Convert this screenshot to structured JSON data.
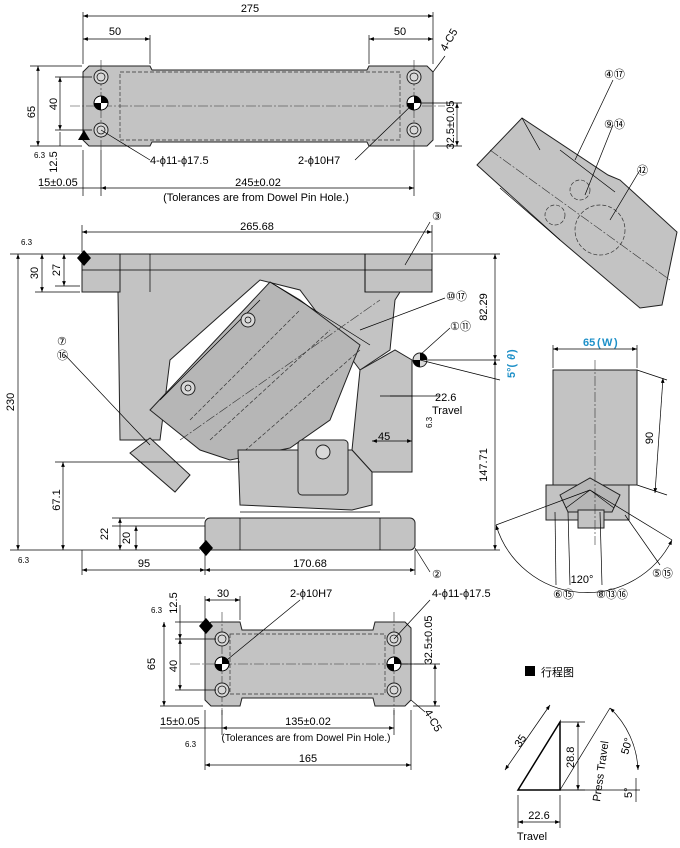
{
  "top_view": {
    "overall_width": "275",
    "pitch_left": "50",
    "pitch_right": "50",
    "chamfer": "4-C5",
    "height": "65",
    "hole_spacing_v": "40",
    "offset_v": "32.5±0.05",
    "edge_v": "12.5",
    "edge_h": "15±0.05",
    "dowel_pitch": "245±0.02",
    "bolt_holes": "4-ϕ11-ϕ17.5",
    "dowel_holes": "2-ϕ10H7",
    "tolerance_note": "(Tolerances are from Dowel Pin Hole.)",
    "roughness": "6.3"
  },
  "front_view": {
    "top_width": "265.68",
    "overall_height": "230",
    "flange_30": "30",
    "flange_27": "27",
    "height_82_29": "82.29",
    "height_147_71": "147.71",
    "height_67_1": "67.1",
    "base_22": "22",
    "base_20": "20",
    "left_95": "95",
    "right_170_68": "170.68",
    "travel_value": "22.6",
    "travel_label": "Travel",
    "angle_45": "45",
    "angle_5": "5°(",
    "theta": "θ",
    "angle_close": ")",
    "roughness": "6.3",
    "callouts": {
      "c3": "③",
      "c10_17": "⑩⑰",
      "c1_11": "①⑪",
      "c7": "⑦",
      "c16": "⑯",
      "c2": "②"
    }
  },
  "iso_view": {
    "c4_17": "④⑰",
    "c9_14": "⑨⑭",
    "c12": "⑫"
  },
  "side_view": {
    "width_value": "65",
    "width_open": "(",
    "width_w": "W",
    "width_close": ")",
    "height_90": "90",
    "angle_120": "120°",
    "c5_15": "⑤⑮",
    "c6_15": "⑥⑮",
    "c8_13_16": "⑧⑬⑯"
  },
  "bottom_view": {
    "pitch_30": "30",
    "dowel_holes": "2-ϕ10H7",
    "bolt_holes": "4-ϕ11-ϕ17.5",
    "edge_12_5": "12.5",
    "height_65": "65",
    "spacing_40": "40",
    "offset_32_5": "32.5±0.05",
    "edge_15": "15±0.05",
    "dowel_pitch": "135±0.02",
    "tolerance_note": "(Tolerances are from Dowel Pin Hole.)",
    "width_165": "165",
    "chamfer": "4-C5",
    "roughness": "6.3"
  },
  "stroke_diagram": {
    "title": "行程图",
    "side_35": "35",
    "side_28_8": "28.8",
    "press_travel": "Press Travel",
    "angle_50": "50°",
    "angle_5": "5°",
    "base_22_6": "22.6",
    "travel": "Travel"
  }
}
